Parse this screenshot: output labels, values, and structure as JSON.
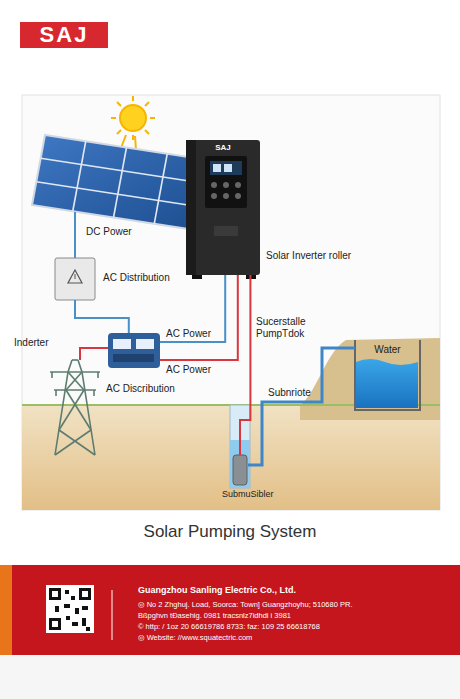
{
  "diagram": {
    "caption": "Solar Pumping System",
    "nodes": [
      {
        "text": [
          "AC Distribution"
        ]
      },
      {
        "text": [
          "Solar Inverter roller"
        ]
      },
      {
        "text": [
          "Inderter"
        ]
      },
      {
        "text": [
          "AC Discribution"
        ]
      },
      {
        "text": [
          "SubmuSibler"
        ]
      },
      {
        "text": [
          "Water"
        ]
      }
    ],
    "edges": [
      {
        "from": 0,
        "to": 3,
        "arrow": "none"
      },
      {
        "from": 1,
        "to": 3,
        "label": "AC Power",
        "arrow": "none"
      },
      {
        "from": 1,
        "to": 3,
        "label": "AC Power",
        "arrow": "none"
      },
      {
        "from": 3,
        "to": 2,
        "arrow": "none"
      },
      {
        "from": 1,
        "to": 4,
        "label": "Sucerstalle PumpTdok",
        "arrow": "none"
      },
      {
        "from": 4,
        "to": 5,
        "label": "Subnriote",
        "arrow": "none"
      }
    ],
    "labels": [
      "SAJ",
      "DC Power",
      "SAJ",
      "Guangzhou Sanling Electric Co., Ltd.",
      "◎ No 2 Zhghuj. Load, Soorca: Town] Guangzhoyhu; 510680 PR.",
      "Bßpghvn tĐasehig. 0981 tracsnlz7idhdi i 3981",
      "© http: / 1oz 20 66619786 8733: faz: 109 25 66618768",
      "◎ Website: //www.squatectric.com"
    ]
  }
}
